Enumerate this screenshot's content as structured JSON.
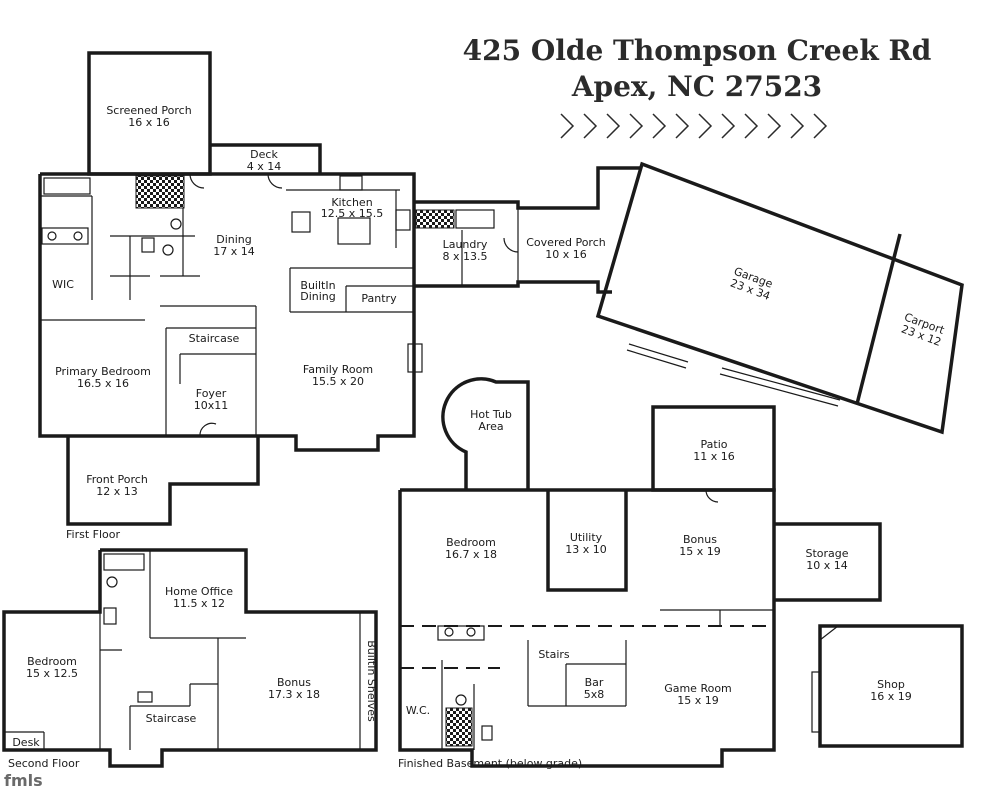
{
  "address": {
    "line1": "425 Olde Thompson Creek Rd",
    "line2": "Apex, NC 27523"
  },
  "floor_labels": {
    "first": "First Floor",
    "second": "Second Floor",
    "basement": "Finished Basement (below grade)"
  },
  "rooms": {
    "screened_porch": {
      "name": "Screened Porch",
      "size": "16 x 16"
    },
    "deck": {
      "name": "Deck",
      "size": "4 x 14"
    },
    "kitchen": {
      "name": "Kitchen",
      "size": "12.5 x 15.5"
    },
    "dining": {
      "name": "Dining",
      "size": "17 x 14"
    },
    "wic": {
      "name": "WIC"
    },
    "builtin_dining": {
      "line1": "BuiltIn",
      "line2": "Dining"
    },
    "pantry": {
      "name": "Pantry"
    },
    "laundry": {
      "name": "Laundry",
      "size": "8 x 13.5"
    },
    "covered_porch": {
      "name": "Covered Porch",
      "size": "10 x 16"
    },
    "garage": {
      "name": "Garage",
      "size": "23 x 34"
    },
    "carport": {
      "name": "Carport",
      "size": "23 x 12"
    },
    "staircase_1": {
      "name": "Staircase"
    },
    "primary_bedroom": {
      "name": "Primary Bedroom",
      "size": "16.5 x 16"
    },
    "family_room": {
      "name": "Family Room",
      "size": "15.5 x 20"
    },
    "foyer": {
      "name": "Foyer",
      "size": "10x11"
    },
    "front_porch": {
      "name": "Front Porch",
      "size": "12 x 13"
    },
    "hot_tub": {
      "line1": "Hot Tub",
      "line2": "Area"
    },
    "patio": {
      "name": "Patio",
      "size": "11 x 16"
    },
    "bedroom_basement": {
      "name": "Bedroom",
      "size": "16.7 x 18"
    },
    "utility": {
      "name": "Utility",
      "size": "13 x 10"
    },
    "bonus_basement": {
      "name": "Bonus",
      "size": "15 x 19"
    },
    "storage": {
      "name": "Storage",
      "size": "10 x 14"
    },
    "stairs": {
      "name": "Stairs"
    },
    "bar": {
      "name": "Bar",
      "size": "5x8"
    },
    "game_room": {
      "name": "Game Room",
      "size": "15 x 19"
    },
    "wc": {
      "name": "W.C."
    },
    "shop": {
      "name": "Shop",
      "size": "16 x 19"
    },
    "home_office": {
      "name": "Home Office",
      "size": "11.5 x 12"
    },
    "bedroom_2": {
      "name": "Bedroom",
      "size": "15 x 12.5"
    },
    "bonus_2": {
      "name": "Bonus",
      "size": "17.3 x 18"
    },
    "builtin_shelves": {
      "name": "BuiltIn Shelves"
    },
    "staircase_2": {
      "name": "Staircase"
    },
    "desk": {
      "name": "Desk"
    }
  },
  "watermark": "fmls"
}
